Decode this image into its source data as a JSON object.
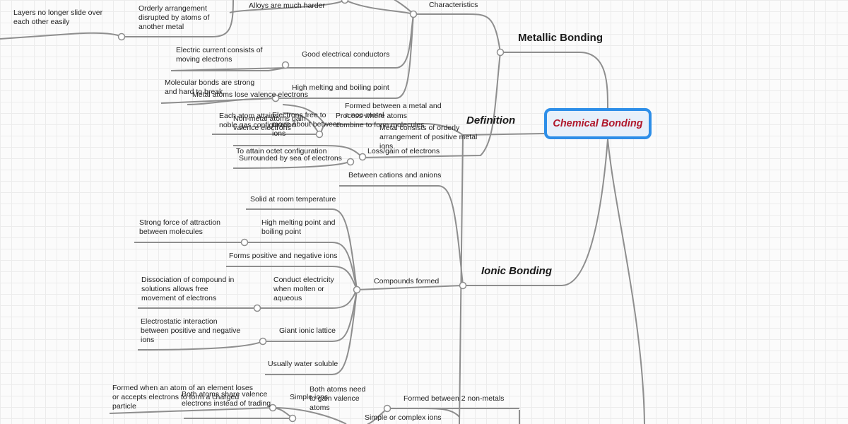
{
  "root": {
    "title": "Chemical Bonding"
  },
  "branches": {
    "metallic": "Metallic Bonding",
    "definition": "Definition",
    "ionic": "Ionic Bonding"
  },
  "metallic": {
    "characteristics": "Characteristics",
    "alloys_harder": "Alloys are much harder",
    "orderly_arrangement": "Orderly arrangement disrupted by atoms of another metal",
    "layers_no_slide": "Layers no longer slide over each other easily",
    "good_conductors": "Good electrical conductors",
    "electric_current": "Electric current consists of moving electrons",
    "high_mp_bp": "High melting and boiling point",
    "molecular_bonds": "Molecular bonds are strong and hard to break",
    "metal_atoms_lose": "Metal atoms lose valence electrons",
    "electrons_free": "Electrons free to move about between ions",
    "formed_metal": "Formed between a metal and a non-metal",
    "metal_orderly": "Metal consists of orderly arrangement of positive metal ions",
    "surrounded_sea": "Surrounded by sea of electrons"
  },
  "definition": {
    "each_atom": "Each atom attains noble gas configuration",
    "non_metal_atoms": "Non-metal atoms gain valence electrons",
    "process_where": "Process where atoms combine to form molecules",
    "loss_gain": "Loss/gain of electrons",
    "octet": "To attain octet configuration"
  },
  "ionic": {
    "between_ions": "Between cations and anions",
    "compounds_formed": "Compounds formed",
    "solid_room_temp": "Solid at room temperature",
    "high_mp_bp": "High melting point and boiling point",
    "strong_force": "Strong force of attraction between molecules",
    "forms_ions": "Forms positive and negative ions",
    "conduct_electricity": "Conduct electricity when molten or aqueous",
    "dissociation": "Dissociation of compound in solutions allows free movement of electrons",
    "giant_lattice": "Giant ionic lattice",
    "electrostatic": "Electrostatic interaction between positive and negative ions",
    "water_soluble": "Usually water soluble"
  },
  "covalent": {
    "formed_non_metals": "Formed between 2 non-metals",
    "both_atoms_gain": "Both atoms need to gain valence atoms",
    "simple_ions": "Simple ions",
    "simple_complex": "Simple or complex ions",
    "formed_when_atom": "Formed when an atom of an element loses or accepts electrons to form a charged particle",
    "both_share": "Both atoms share valence electrons instead of trading"
  }
}
